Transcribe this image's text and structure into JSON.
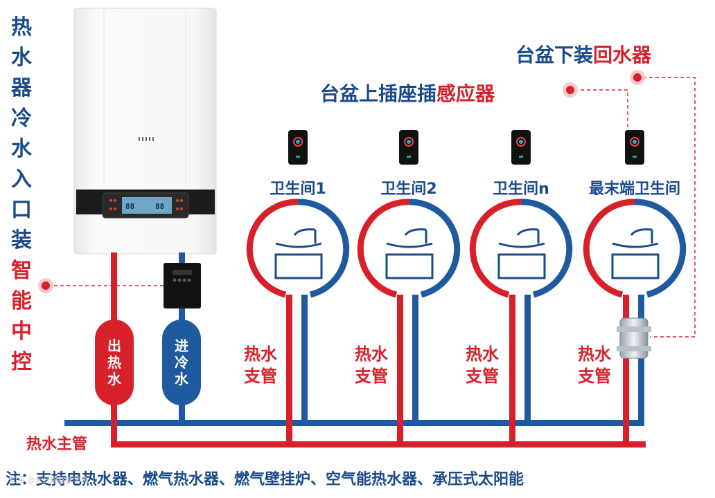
{
  "left_vertical_title": {
    "blue_chars": [
      "热",
      "水",
      "器",
      "冷",
      "水",
      "入",
      "口",
      "装"
    ],
    "red_chars": [
      "智",
      "能",
      "中",
      "控"
    ]
  },
  "top_right_labels": {
    "return_valve": {
      "blue": "台盆下装",
      "red": "回水器"
    },
    "sensor": {
      "blue": "台盆上插座插",
      "red": "感应器"
    }
  },
  "rooms": [
    {
      "title": "卫生间1"
    },
    {
      "title": "卫生间2"
    },
    {
      "title": "卫生间n"
    },
    {
      "title": "最末端卫生间"
    }
  ],
  "branch_label": [
    "热水",
    "支管"
  ],
  "tanks": {
    "hot_out": [
      "出",
      "热",
      "水"
    ],
    "cold_in": [
      "进",
      "冷",
      "水"
    ]
  },
  "main_pipe_label": "热水主管",
  "heater_display": {
    "left_digits": "88",
    "right_digits": "88"
  },
  "note": "注：支持电热水器、燃气热水器、燃气壁挂炉、空气能热水器、承压式太阳能",
  "watermark": "知乎 @水纤观察家学热",
  "colors": {
    "red": "#d8202a",
    "blue": "#1a4a8a",
    "pipe_blue": "#1f5a9e"
  }
}
